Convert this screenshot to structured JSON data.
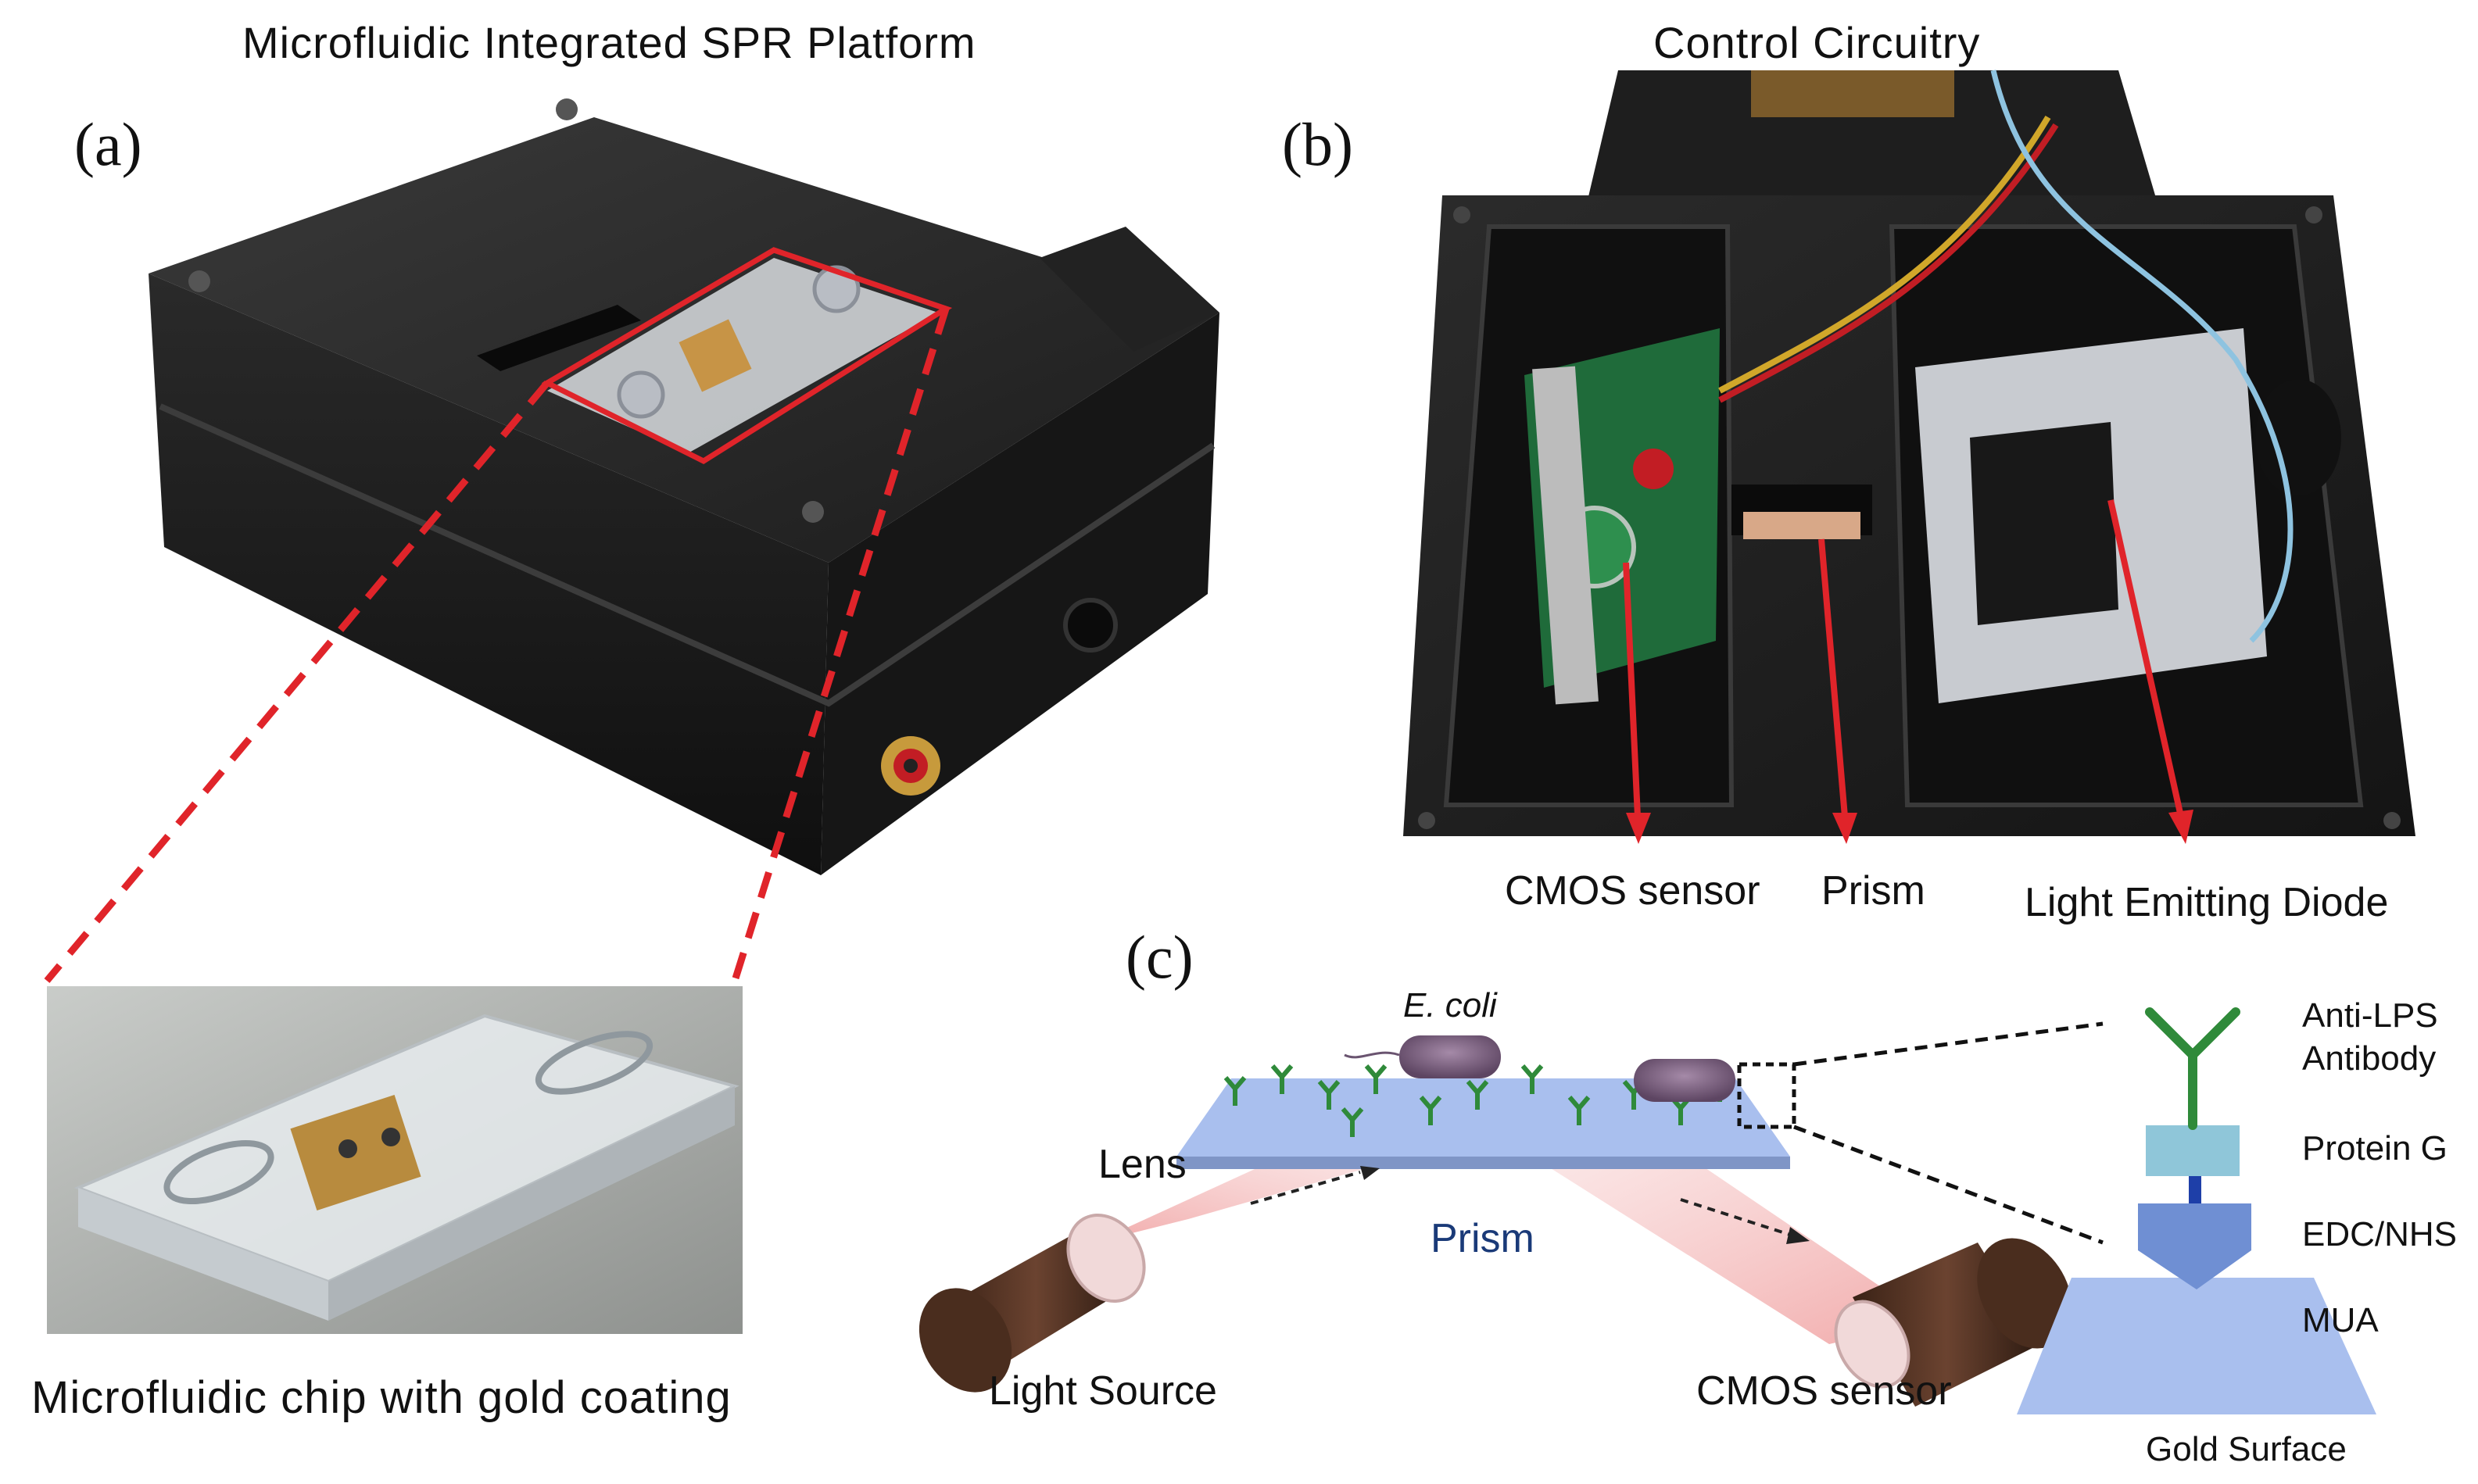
{
  "panel_a": {
    "label": "(a)",
    "title": "Microfluidic Integrated SPR Platform",
    "inset_caption": "Microfluidic chip with gold coating"
  },
  "panel_b": {
    "label": "(b)",
    "title": "Control Circuitry",
    "labels": {
      "cmos": "CMOS sensor",
      "prism": "Prism",
      "led": "Light Emitting Diode"
    }
  },
  "panel_c": {
    "label": "(c)",
    "labels": {
      "ecoli": "E. coli",
      "lens": "Lens",
      "prism": "Prism",
      "light_source": "Light Source",
      "cmos_sensor": "CMOS sensor",
      "anti_lps_line1": "Anti-LPS",
      "anti_lps_line2": "Antibody",
      "protein_g": "Protein G",
      "edc_nhs": "EDC/NHS",
      "mua": "MUA",
      "gold_surface": "Gold Surface"
    }
  },
  "colors": {
    "highlight_red": "#e0242a",
    "prism_blue": "#9fb6e8",
    "beam_red": "#f2a7a7",
    "antibody_green": "#2f8a3a",
    "device_black": "#1f1f1f"
  }
}
